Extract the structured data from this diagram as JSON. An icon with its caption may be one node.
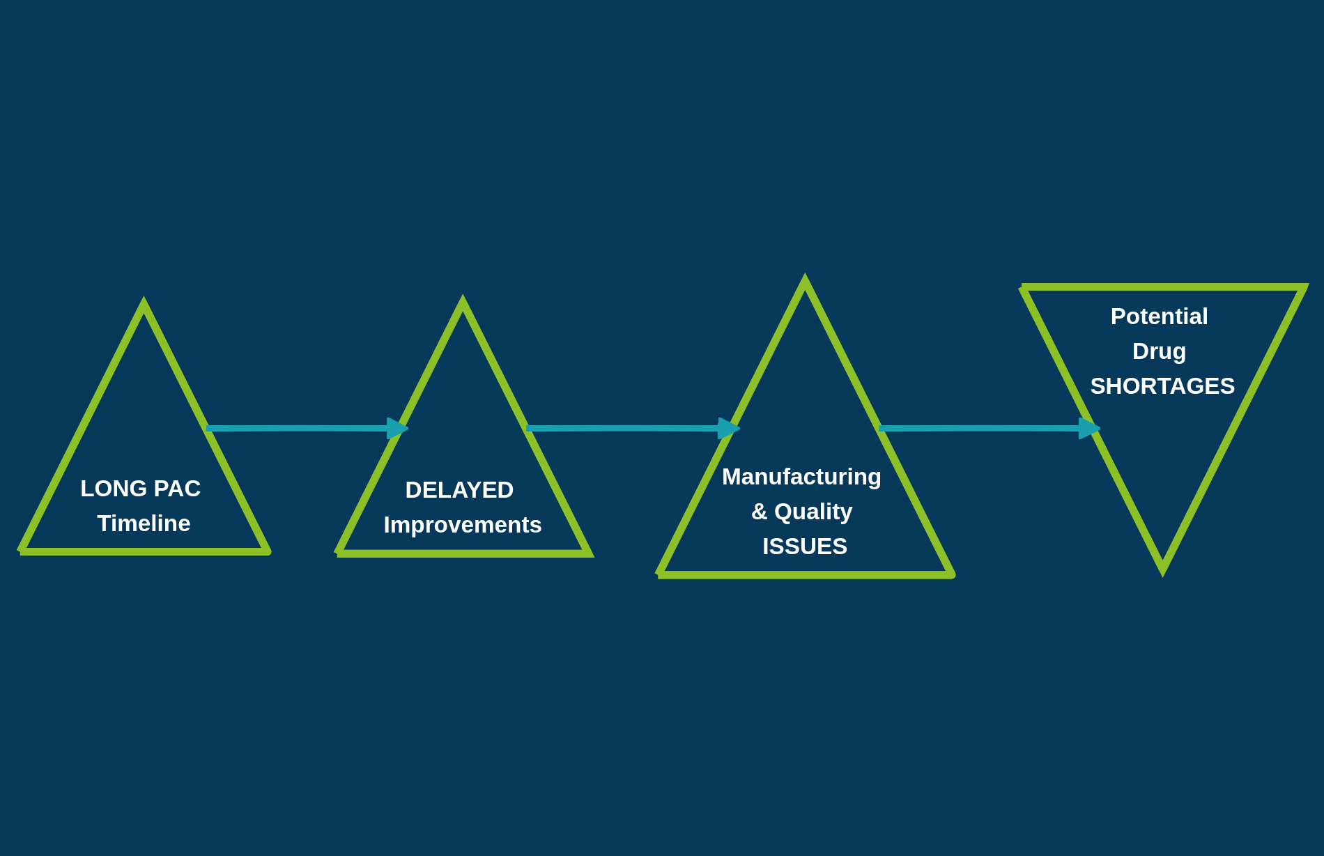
{
  "diagram": {
    "nodes": [
      {
        "text": [
          "LONG PAC Timeline"
        ]
      },
      {
        "text": [
          "DELAYED Improvements"
        ]
      },
      {
        "text": [
          "Manufacturing & Quality ISSUES"
        ]
      },
      {
        "text": [
          "Potential Drug SHORTAGES"
        ]
      }
    ],
    "edges": [
      {
        "from": 0,
        "to": 1,
        "arrow": "to"
      },
      {
        "from": 1,
        "to": 2,
        "arrow": "to"
      },
      {
        "from": 2,
        "to": 3,
        "arrow": "to"
      }
    ]
  }
}
